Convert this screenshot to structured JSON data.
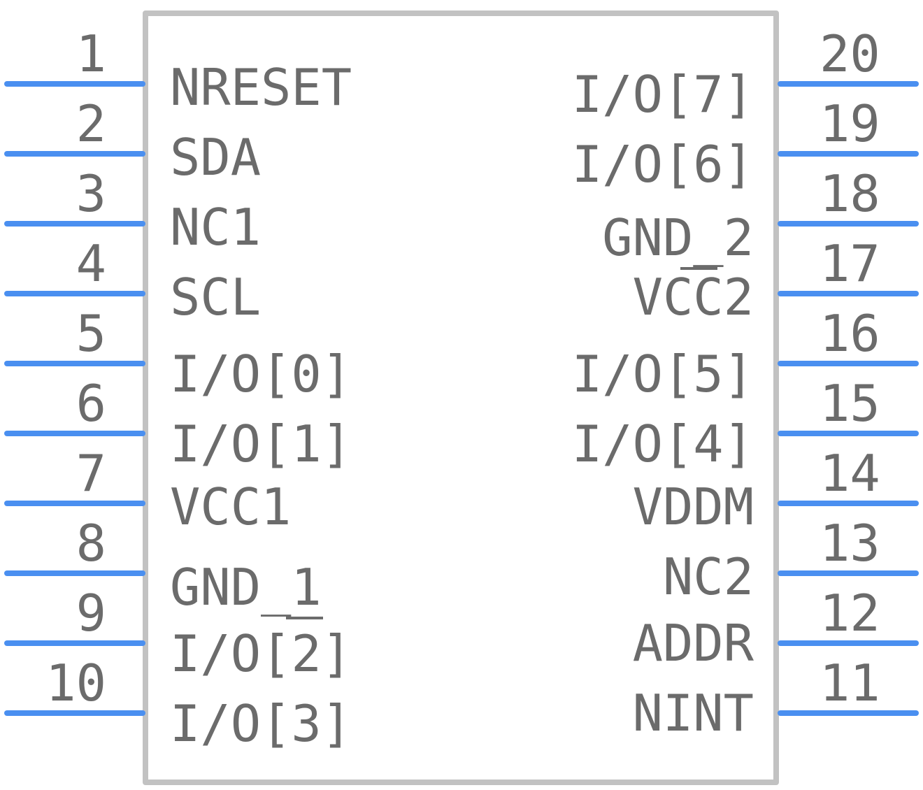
{
  "colors": {
    "pin": "#4a8ff0",
    "outline": "#c2c2c2",
    "text": "#6b6b6b",
    "background": "#ffffff"
  },
  "left_pins": [
    {
      "number": "1",
      "label": "NRESET"
    },
    {
      "number": "2",
      "label": "SDA"
    },
    {
      "number": "3",
      "label": "NC1"
    },
    {
      "number": "4",
      "label": "SCL"
    },
    {
      "number": "5",
      "label": "I/O[0]"
    },
    {
      "number": "6",
      "label": "I/O[1]"
    },
    {
      "number": "7",
      "label": "VCC1"
    },
    {
      "number": "8",
      "label": "GND_1"
    },
    {
      "number": "9",
      "label": "I/O[2]"
    },
    {
      "number": "10",
      "label": "I/O[3]"
    }
  ],
  "right_pins": [
    {
      "number": "20",
      "label": "I/O[7]"
    },
    {
      "number": "19",
      "label": "I/O[6]"
    },
    {
      "number": "18",
      "label": "GND_2"
    },
    {
      "number": "17",
      "label": "VCC2"
    },
    {
      "number": "16",
      "label": "I/O[5]"
    },
    {
      "number": "15",
      "label": "I/O[4]"
    },
    {
      "number": "14",
      "label": "VDDM"
    },
    {
      "number": "13",
      "label": "NC2"
    },
    {
      "number": "12",
      "label": "ADDR"
    },
    {
      "number": "11",
      "label": "NINT"
    }
  ]
}
